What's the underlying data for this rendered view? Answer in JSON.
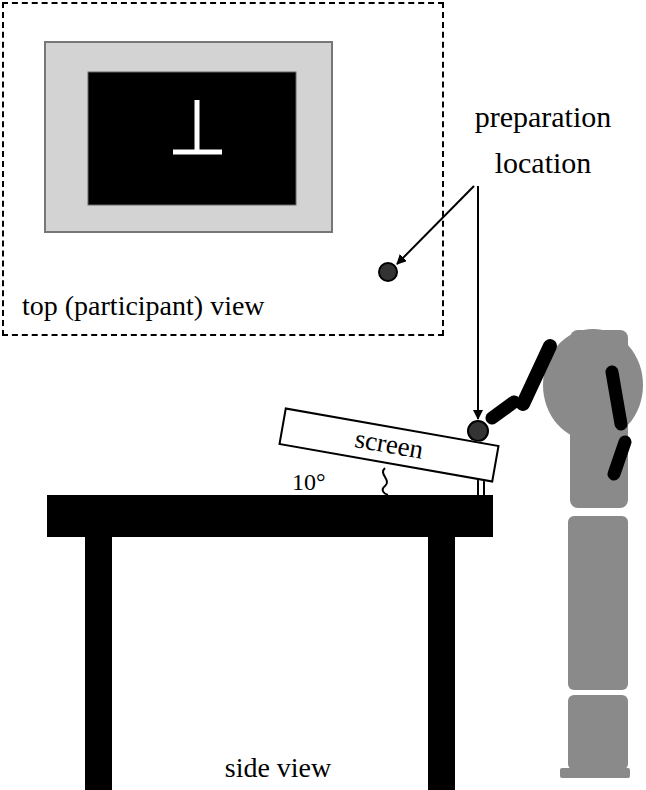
{
  "diagram": {
    "nodes": [
      {
        "text": [
          "top (participant) view"
        ]
      },
      {
        "text": [
          "screen"
        ]
      }
    ],
    "labels": [
      "preparation location",
      "10°",
      "side view"
    ]
  }
}
